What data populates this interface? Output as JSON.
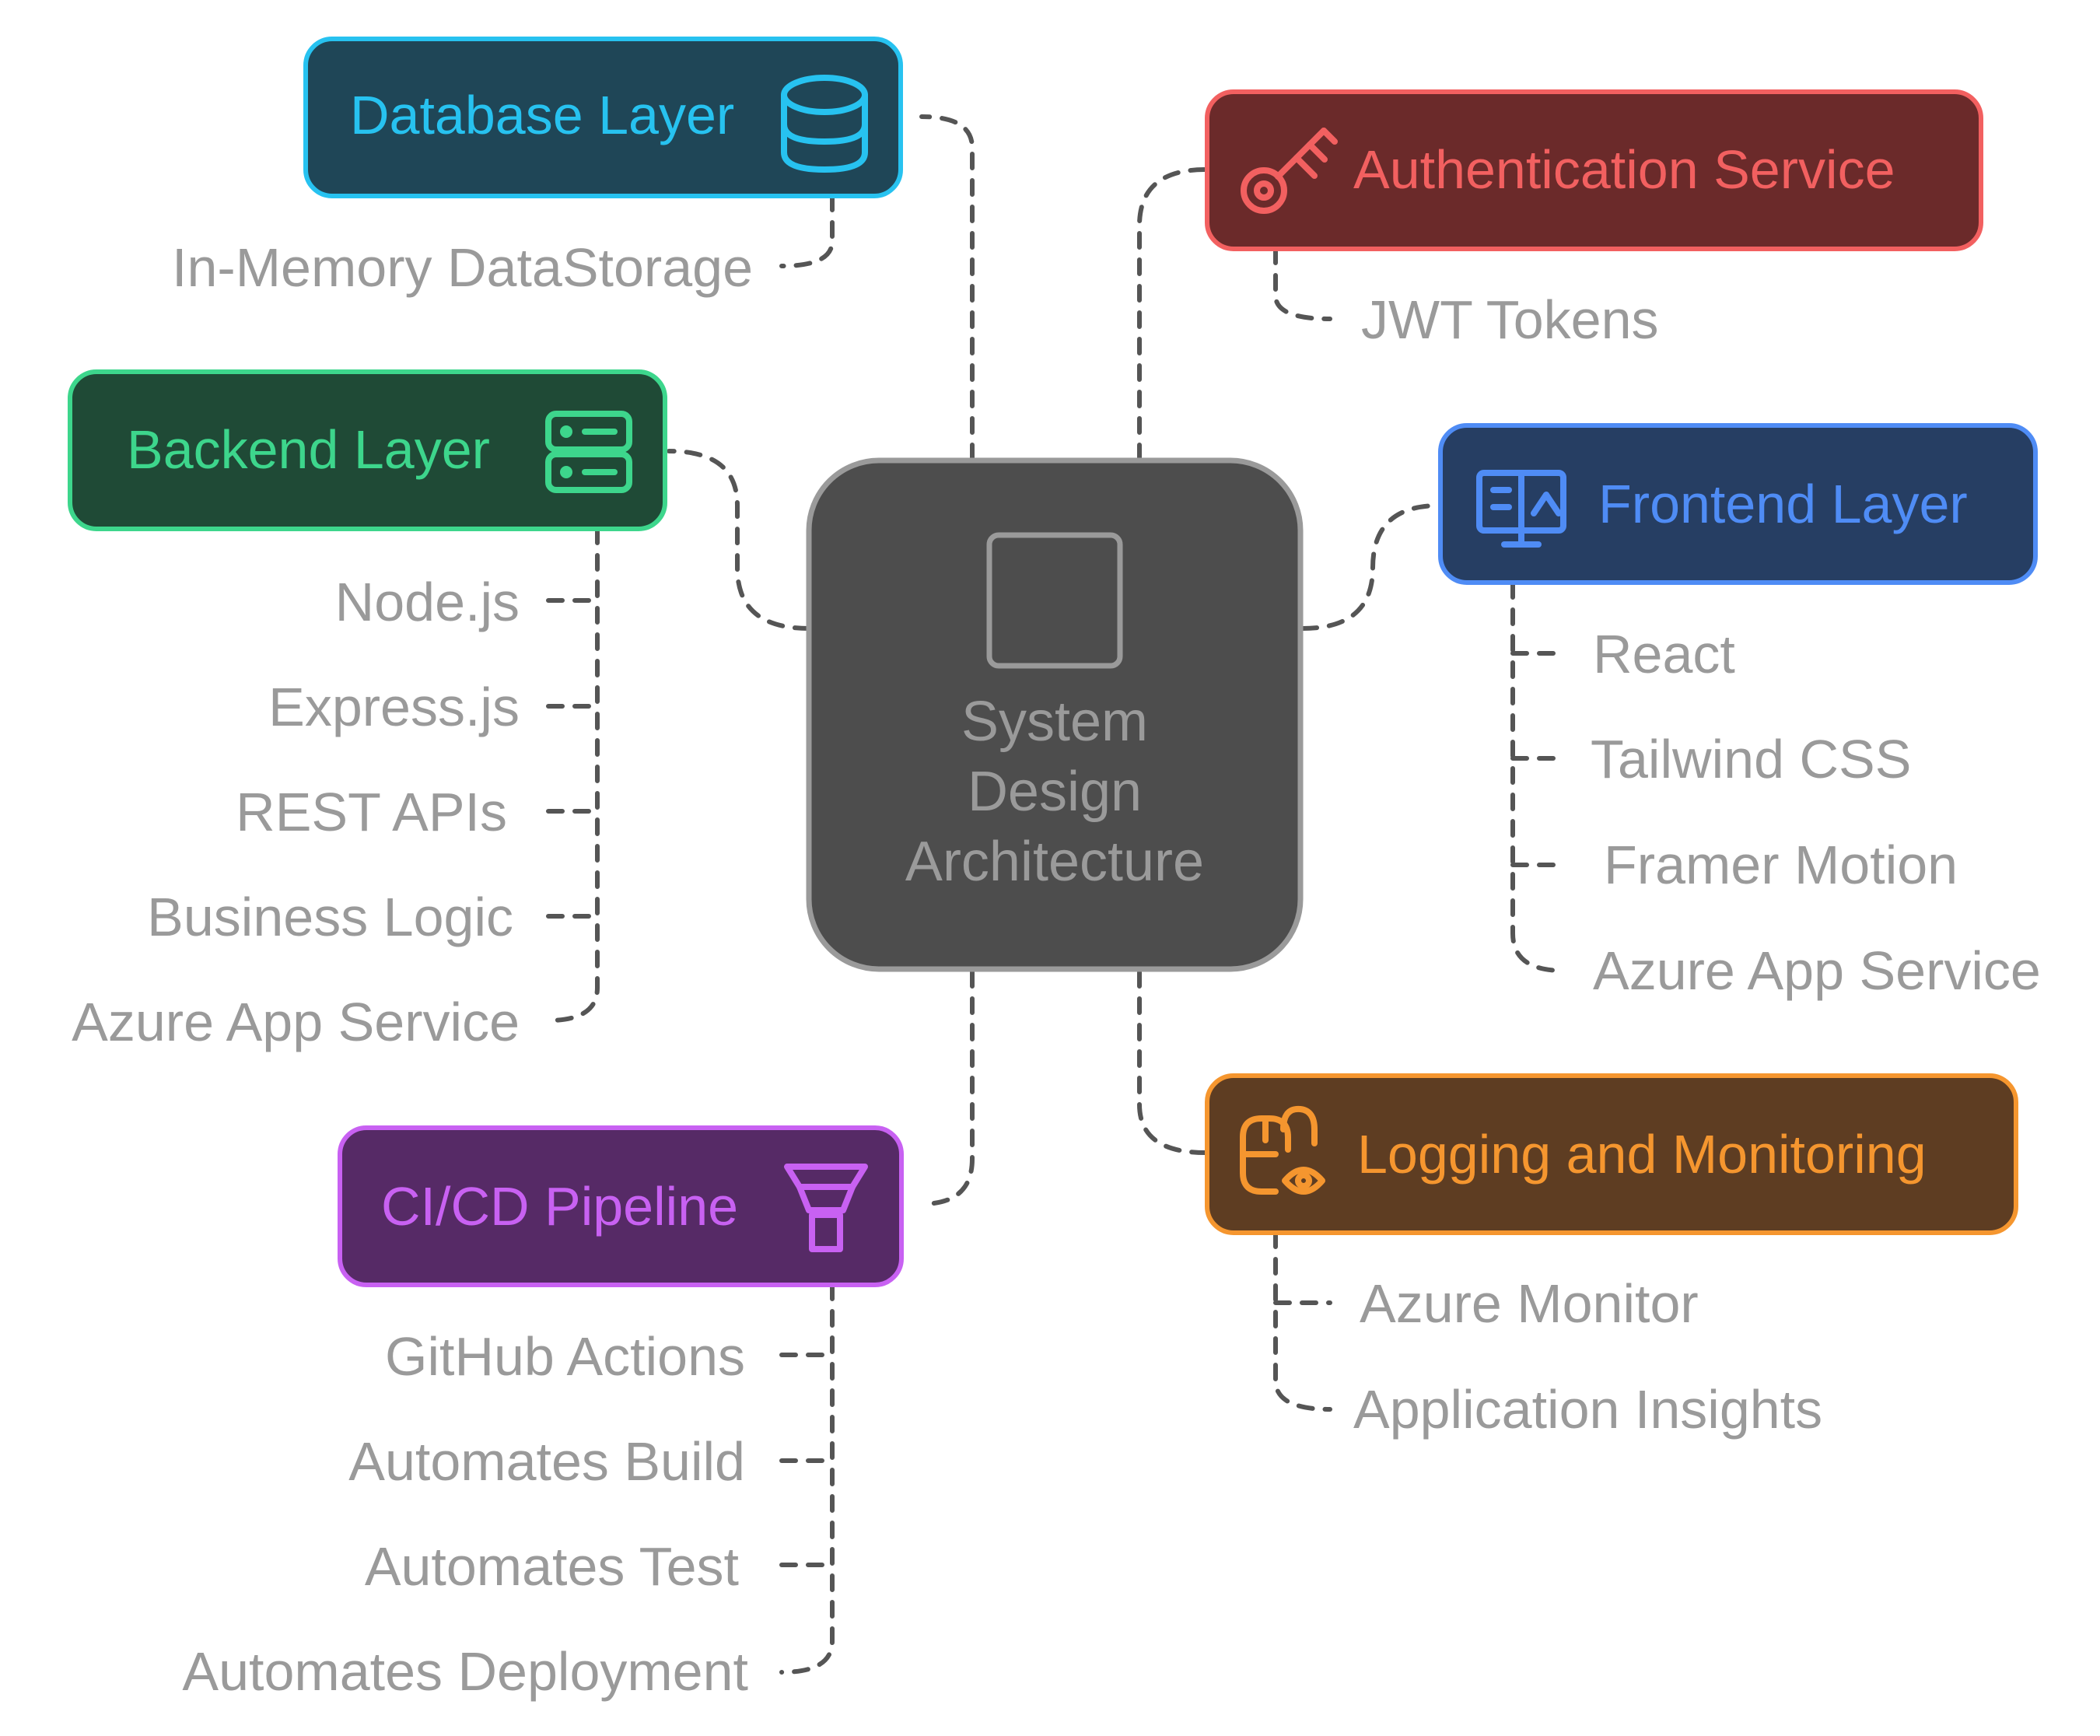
{
  "center": {
    "lines": [
      "System",
      "Design",
      "Architecture"
    ]
  },
  "colors": {
    "connector": "#555555",
    "subtext": "#9a9a9a",
    "center_fill": "#4d4d4d",
    "center_stroke": "#9a9a9a"
  },
  "nodes": {
    "database": {
      "label": "Database Layer",
      "icon": "database-icon",
      "fill": "#1f4657",
      "stroke": "#27c2f0",
      "text": "#27c2f0",
      "items": [
        "In-Memory DataStorage"
      ]
    },
    "auth": {
      "label": "Authentication Service",
      "icon": "key-icon",
      "fill": "#6b2a2a",
      "stroke": "#f26060",
      "text": "#f26060",
      "items": [
        "JWT Tokens"
      ]
    },
    "backend": {
      "label": "Backend Layer",
      "icon": "server-icon",
      "fill": "#1f4a36",
      "stroke": "#3dd68c",
      "text": "#3dd68c",
      "items": [
        "Node.js",
        "Express.js",
        "REST APIs",
        "Business Logic",
        "Azure App Service"
      ]
    },
    "frontend": {
      "label": "Frontend Layer",
      "icon": "monitor-icon",
      "fill": "#263e63",
      "stroke": "#4f8cf5",
      "text": "#4f8cf5",
      "items": [
        "React",
        "Tailwind CSS",
        "Framer Motion",
        "Azure App Service"
      ]
    },
    "cicd": {
      "label": "CI/CD Pipeline",
      "icon": "funnel-icon",
      "fill": "#562a66",
      "stroke": "#c861f2",
      "text": "#c861f2",
      "items": [
        "GitHub Actions",
        "Automates Build",
        "Automates Test",
        "Automates Deployment"
      ]
    },
    "logging": {
      "label": "Logging and Monitoring",
      "icon": "mouse-eye-icon",
      "fill": "#5e3d22",
      "stroke": "#f5962f",
      "text": "#f5962f",
      "items": [
        "Azure Monitor",
        "Application Insights"
      ]
    }
  }
}
